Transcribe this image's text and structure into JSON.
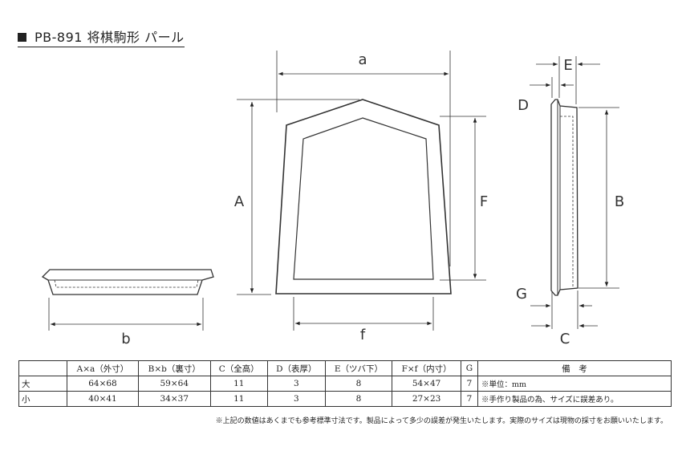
{
  "title": {
    "text": "PB-891 将棋駒形 パール"
  },
  "diagram": {
    "labels": {
      "a": "a",
      "b": "b",
      "f": "f",
      "A": "A",
      "F": "F",
      "B": "B",
      "C": "C",
      "D": "D",
      "E": "E",
      "G": "G"
    }
  },
  "table": {
    "headers": [
      "",
      "A×a（外寸）",
      "B×b（裏寸）",
      "C（全高）",
      "D（表厚）",
      "E（ツバ下）",
      "F×f（内寸）",
      "G",
      "備　考"
    ],
    "rows": [
      {
        "label": "大",
        "cells": [
          "64×68",
          "59×64",
          "11",
          "3",
          "8",
          "54×47",
          "7"
        ],
        "note": "※単位：mm"
      },
      {
        "label": "小",
        "cells": [
          "40×41",
          "34×37",
          "11",
          "3",
          "8",
          "27×23",
          "7"
        ],
        "note": "※手作り製品の為、サイズに誤差あり。"
      }
    ]
  },
  "footnote": "※上記の数値はあくまでも参考標準寸法です。製品によって多少の誤差が発生いたします。実際のサイズは現物の採寸をお願いいたします。"
}
